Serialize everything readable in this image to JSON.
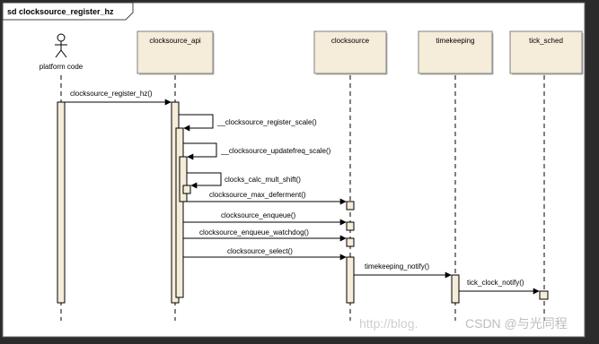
{
  "diagram": {
    "frame_title": "sd clocksource_register_hz",
    "actor": {
      "label": "platform code"
    },
    "lifelines": [
      {
        "id": "clocksource_api",
        "label": "clocksource_api"
      },
      {
        "id": "clocksource",
        "label": "clocksource"
      },
      {
        "id": "timekeeping",
        "label": "timekeeping"
      },
      {
        "id": "tick_sched",
        "label": "tick_sched"
      }
    ],
    "messages": [
      {
        "id": "m1",
        "label": "clocksource_register_hz()",
        "from": "platform code",
        "to": "clocksource_api"
      },
      {
        "id": "m2",
        "label": "__clocksource_register_scale()",
        "from": "clocksource_api",
        "to": "clocksource_api"
      },
      {
        "id": "m3",
        "label": "__clocksource_updatefreq_scale()",
        "from": "clocksource_api",
        "to": "clocksource_api"
      },
      {
        "id": "m4",
        "label": "clocks_calc_mult_shift()",
        "from": "clocksource_api",
        "to": "clocksource_api"
      },
      {
        "id": "m5",
        "label": "clocksource_max_deferment()",
        "from": "clocksource_api",
        "to": "clocksource"
      },
      {
        "id": "m6",
        "label": "clocksource_enqueue()",
        "from": "clocksource_api",
        "to": "clocksource"
      },
      {
        "id": "m7",
        "label": "clocksource_enqueue_watchdog()",
        "from": "clocksource_api",
        "to": "clocksource"
      },
      {
        "id": "m8",
        "label": "clocksource_select()",
        "from": "clocksource_api",
        "to": "clocksource"
      },
      {
        "id": "m9",
        "label": "timekeeping_notify()",
        "from": "clocksource",
        "to": "timekeeping"
      },
      {
        "id": "m10",
        "label": "tick_clock_notify()",
        "from": "timekeeping",
        "to": "tick_sched"
      }
    ],
    "watermark": {
      "url": "http://blog.",
      "brand": "CSDN @与光同程"
    },
    "colors": {
      "background": "#2b2b2b",
      "paper": "#ffffff",
      "box_fill": "#f5ecd9",
      "box_stroke": "#808080",
      "activation_fill": "#f5ecd9",
      "line": "#000000"
    }
  }
}
